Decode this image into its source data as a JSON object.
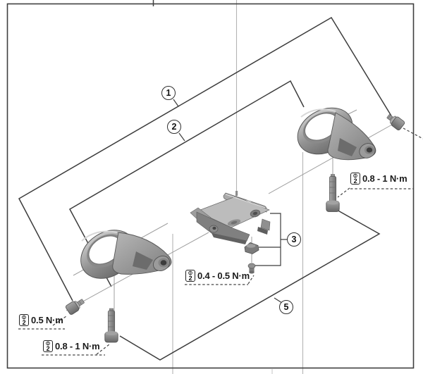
{
  "diagram": {
    "title": "exploded-parts-diagram",
    "callouts": [
      {
        "number": "1"
      },
      {
        "number": "2"
      },
      {
        "number": "3"
      },
      {
        "number": "5"
      }
    ],
    "torque_labels": [
      {
        "wrench_size": "2",
        "value": "0.8 - 1 N·m"
      },
      {
        "wrench_size": "2",
        "value": "0.4 - 0.5 N·m"
      },
      {
        "wrench_size": "2",
        "value": "0.5 N·m"
      },
      {
        "wrench_size": "2",
        "value": "0.8 - 1 N·m"
      }
    ],
    "colors": {
      "line": "#3c3c3c",
      "guide_light": "#b4b4b4",
      "axis_gray": "#9f9f9f",
      "metal_light": "#c9c9c9",
      "metal_mid": "#909090",
      "metal_dark": "#5f5f5f",
      "background": "#ffffff"
    }
  }
}
